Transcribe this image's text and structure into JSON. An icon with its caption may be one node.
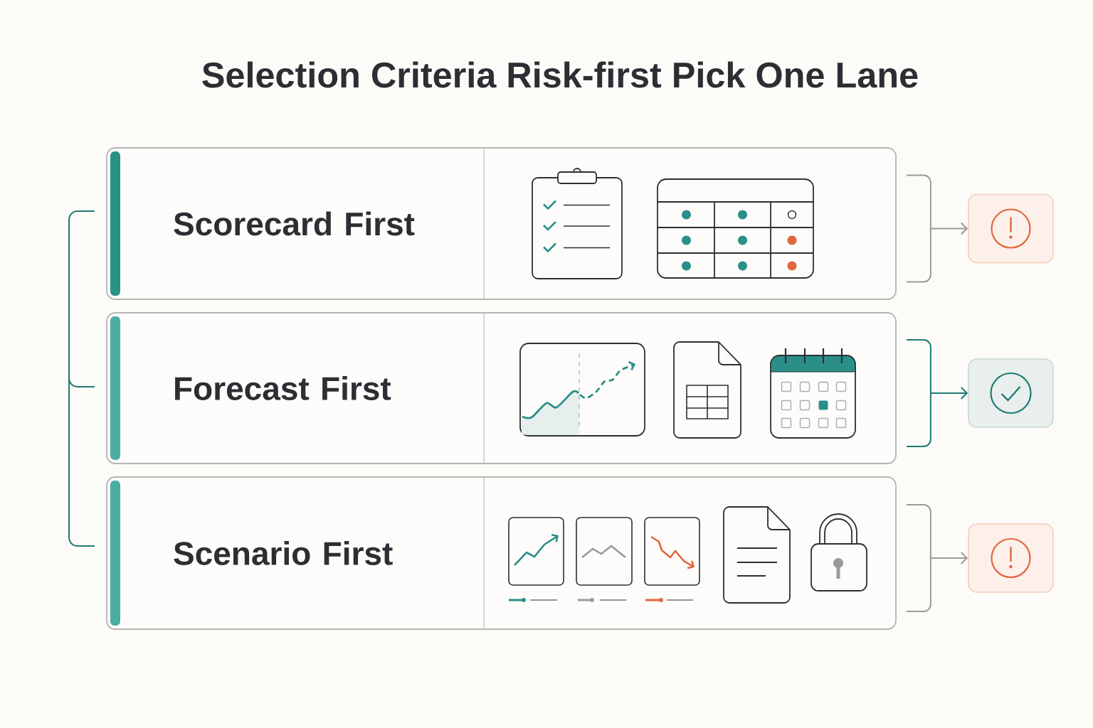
{
  "diagram": {
    "title": "Selection Criteria Risk-first Pick One Lane",
    "nodes": [
      {
        "text": [
          "Scorecard First"
        ]
      },
      {
        "text": [
          "Forecast First"
        ]
      },
      {
        "text": [
          "Scenario First"
        ]
      },
      {
        "text": [],
        "shape": "box"
      },
      {
        "text": [],
        "shape": "box"
      },
      {
        "text": [],
        "shape": "box"
      }
    ],
    "edges": [
      {
        "from": 0,
        "to": 3,
        "arrow": "to"
      },
      {
        "from": 1,
        "to": 4,
        "arrow": "to",
        "color": "#1f7a74"
      },
      {
        "from": 2,
        "to": 5,
        "arrow": "to"
      }
    ]
  }
}
